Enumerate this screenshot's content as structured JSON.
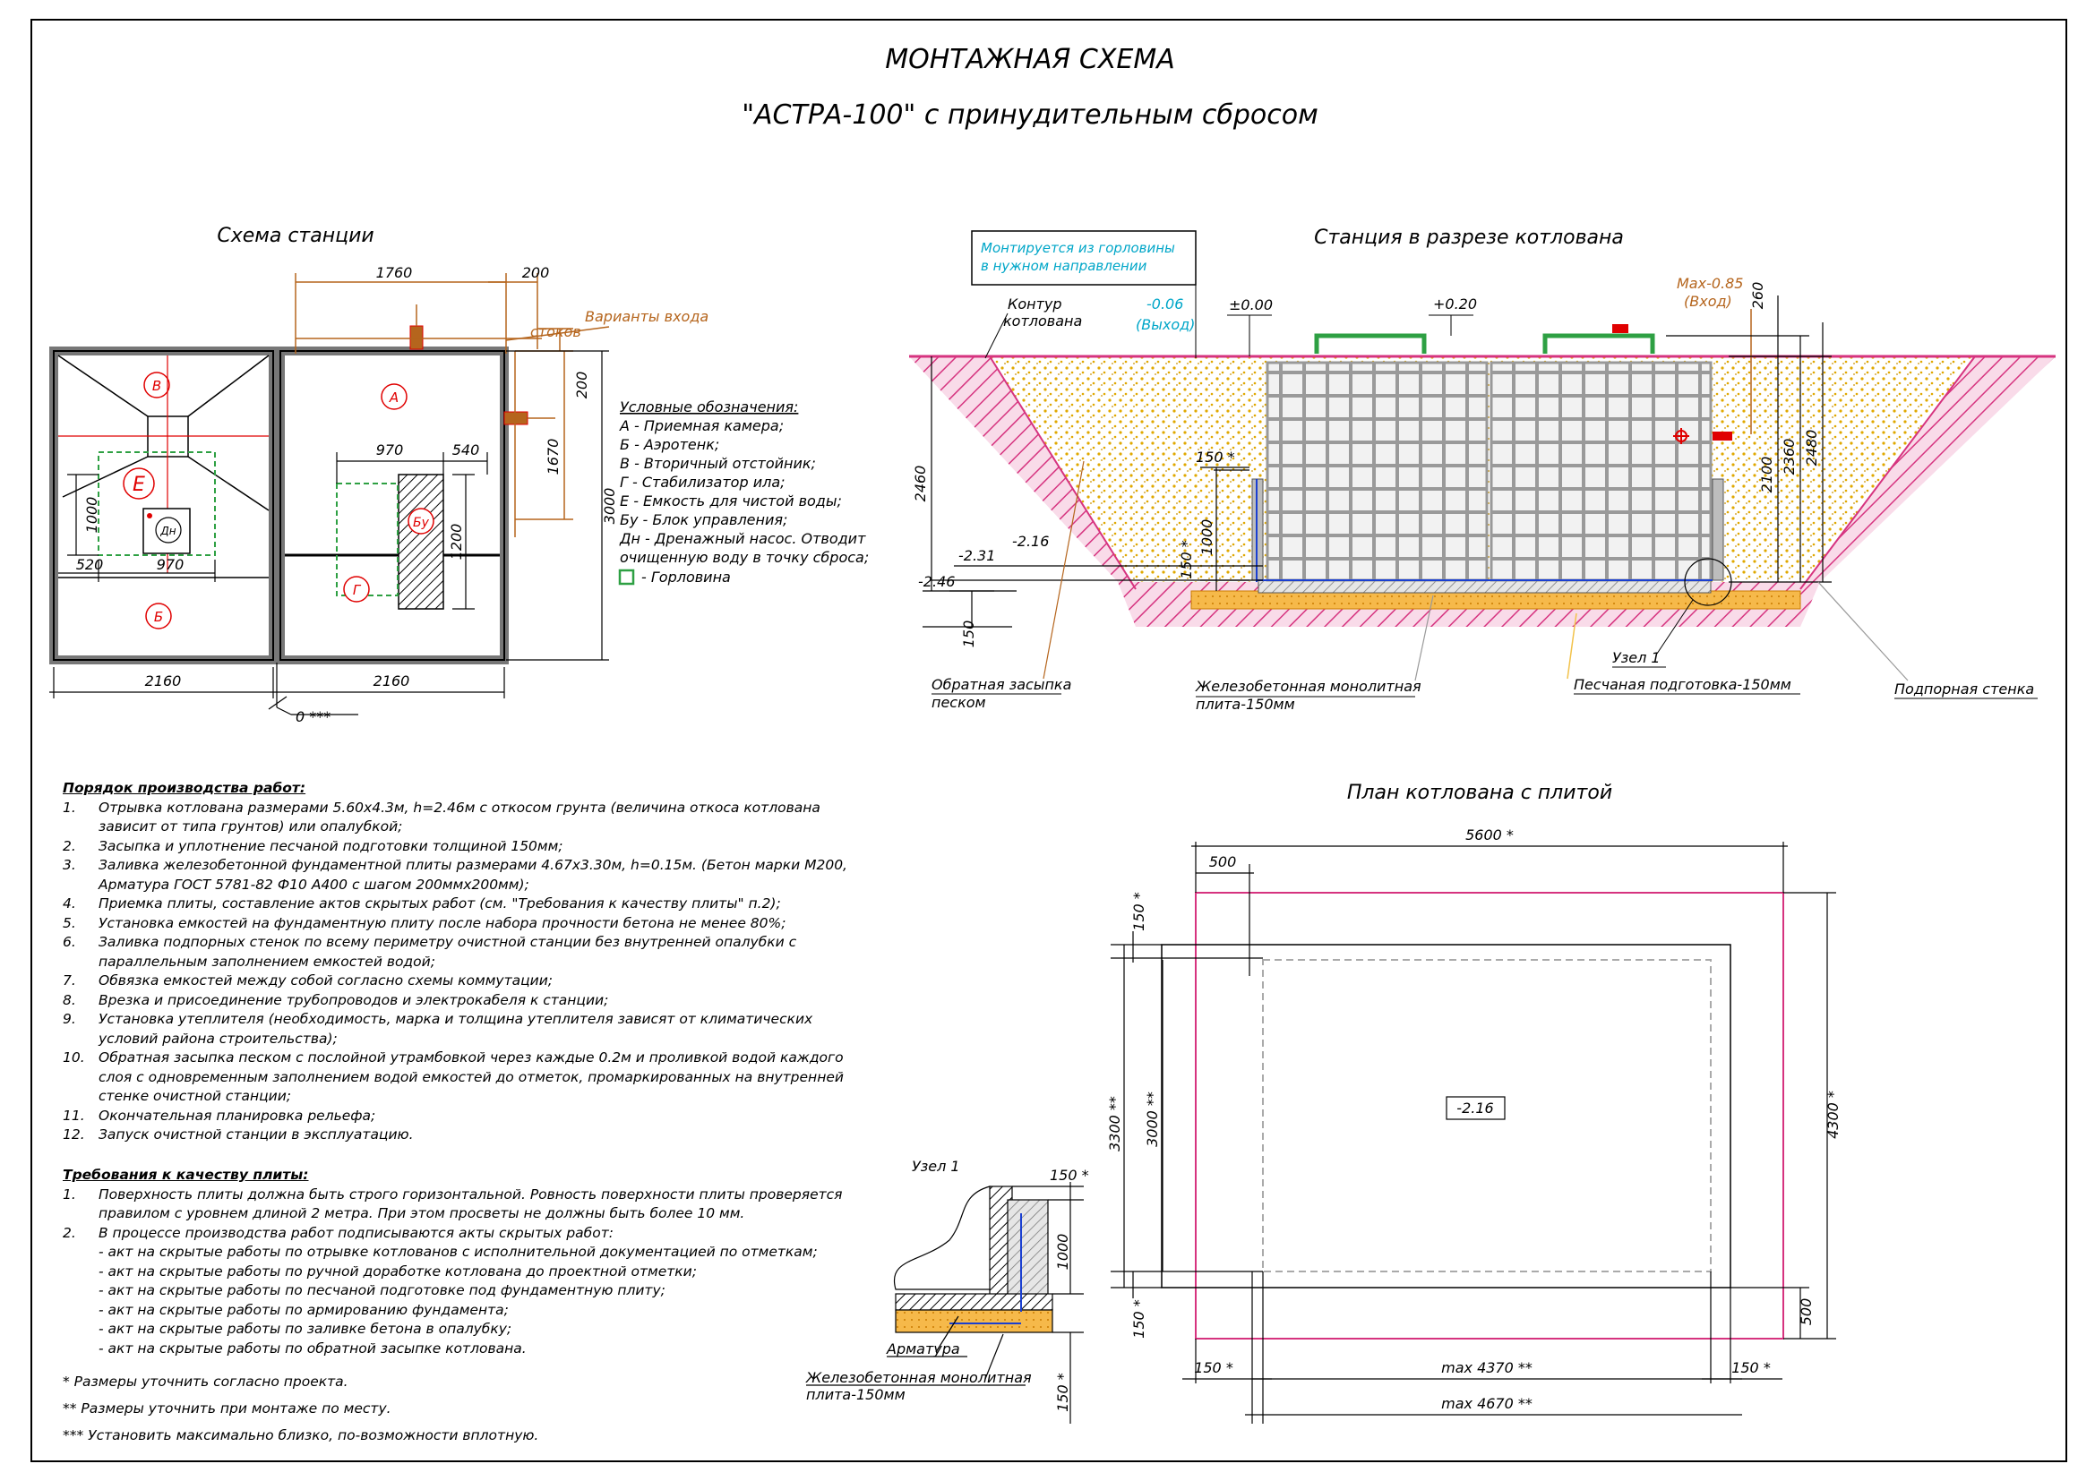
{
  "title": "МОНТАЖНАЯ СХЕМА",
  "subtitle": "\"АСТРА-100\" с принудительным сбросом",
  "station_scheme": {
    "title": "Схема станции",
    "dims": {
      "d1760": "1760",
      "d200a": "200",
      "d200b": "200",
      "d1670": "1670",
      "d3000": "3000",
      "d970a": "970",
      "d540": "540",
      "d1200": "1200",
      "d1000": "1000",
      "d520": "520",
      "d970b": "970",
      "d2160a": "2160",
      "d2160b": "2160",
      "zero": "0 ***"
    },
    "inlet_label_1": "Варианты входа",
    "inlet_label_2": "стоков",
    "chambers": {
      "A": "А",
      "B": "Б",
      "V": "В",
      "G": "Г",
      "E": "Е",
      "Bu": "Бу",
      "Dn": "Дн"
    }
  },
  "legend": {
    "title": "Условные обозначения:",
    "items": [
      "А - Приемная камера;",
      "Б - Аэротенк;",
      "В - Вторичный отстойник;",
      "Г - Стабилизатор ила;",
      "Е - Емкость для чистой воды;",
      "Бу - Блок управления;",
      "Дн - Дренажный насос. Отводит",
      "очищенную воду в точку сброса;",
      "- Горловина"
    ],
    "neck_color": "#2ea043"
  },
  "section": {
    "title": "Станция в разрезе котлована",
    "note_1": "Монтируется из горловины",
    "note_2": "в нужном направлении",
    "contour_1": "Контур",
    "contour_2": "котлована",
    "outlet_1": "-0.06",
    "outlet_2": "(Выход)",
    "zero": "±0.00",
    "plus020": "+0.20",
    "inlet_1": "Max-0.85",
    "inlet_2": "(Вход)",
    "dims": {
      "d260": "260",
      "d2100": "2100",
      "d2360": "2360",
      "d2480": "2480",
      "d2460": "2460",
      "d150a": "150 *",
      "d1000": "1000",
      "d150b": "150 *",
      "m231": "-2.31",
      "m216": "-2.16",
      "m246": "-2.46",
      "d150c": "150"
    },
    "backfill_1": "Обратная засыпка",
    "backfill_2": "песком",
    "slab_1": "Железобетонная монолитная",
    "slab_2": "плита-150мм",
    "node": "Узел 1",
    "sand": "Песчаная подготовка-150мм",
    "wall": "Подпорная стенка"
  },
  "plan": {
    "title": "План котлована с плитой",
    "d5600": "5600 *",
    "d500a": "500",
    "d150a": "150 *",
    "d3300": "3300 **",
    "d3000": "3000 **",
    "level": "-2.16",
    "d4300": "4300 *",
    "d150b": "150 *",
    "d500b": "500",
    "d150c": "150 *",
    "d4370": "max 4370 **",
    "d150d": "150 *",
    "d4670": "max 4670 **"
  },
  "node1": {
    "title": "Узел 1",
    "d150": "150 *",
    "d1000": "1000",
    "d150b": "150 *",
    "armature": "Арматура",
    "slab_1": "Железобетонная монолитная",
    "slab_2": "плита-150мм"
  },
  "works": {
    "title": "Порядок производства работ:",
    "items": [
      {
        "n": "1.",
        "lines": [
          "Отрывка котлована размерами 5.60х4.3м, h=2.46м с откосом грунта (величина откоса котлована",
          "зависит от типа грунтов) или опалубкой;"
        ]
      },
      {
        "n": "2.",
        "lines": [
          "Засыпка и уплотнение песчаной подготовки толщиной 150мм;"
        ]
      },
      {
        "n": "3.",
        "lines": [
          "Заливка железобетонной фундаментной плиты размерами 4.67х3.30м, h=0.15м. (Бетон марки М200,",
          "Арматура ГОСТ 5781-82 Ф10 А400 с шагом 200ммх200мм);"
        ]
      },
      {
        "n": "4.",
        "lines": [
          "Приемка плиты, составление актов скрытых работ (см. \"Требования к качеству плиты\" п.2);"
        ]
      },
      {
        "n": "5.",
        "lines": [
          "Установка емкостей на фундаментную плиту после набора прочности бетона не менее 80%;"
        ]
      },
      {
        "n": "6.",
        "lines": [
          "Заливка подпорных стенок по всему периметру очистной станции без внутренней опалубки с",
          "параллельным заполнением емкостей водой;"
        ]
      },
      {
        "n": "7.",
        "lines": [
          "Обвязка емкостей между собой согласно схемы коммутации;"
        ]
      },
      {
        "n": "8.",
        "lines": [
          "Врезка и присоединение трубопроводов и электрокабеля к станции;"
        ]
      },
      {
        "n": "9.",
        "lines": [
          "Установка утеплителя (необходимость, марка и толщина утеплителя зависят от климатических",
          "условий района строительства);"
        ]
      },
      {
        "n": "10.",
        "lines": [
          "Обратная засыпка песком с послойной утрамбовкой через каждые 0.2м и проливкой водой каждого",
          "слоя с одновременным заполнением водой емкостей до отметок, промаркированных на внутренней",
          "стенке очистной станции;"
        ]
      },
      {
        "n": "11.",
        "lines": [
          "Окончательная планировка рельефа;"
        ]
      },
      {
        "n": "12.",
        "lines": [
          "Запуск очистной станции в эксплуатацию."
        ]
      }
    ]
  },
  "requirements": {
    "title": "Требования к качеству плиты:",
    "items": [
      {
        "n": "1.",
        "lines": [
          "Поверхность плиты должна быть строго горизонтальной. Ровность поверхности плиты проверяется",
          "правилом с уровнем длиной 2 метра. При этом просветы не должны быть более 10 мм."
        ]
      },
      {
        "n": "2.",
        "lines": [
          "В процессе производства работ подписываются акты скрытых работ:",
          "- акт на скрытые работы по отрывке котлованов с исполнительной документацией по отметкам;",
          "- акт на скрытые работы по ручной доработке котлована до проектной отметки;",
          "- акт на скрытые работы по песчаной подготовке под фундаментную плиту;",
          "- акт на скрытые работы по армированию фундамента;",
          "- акт на скрытые работы по заливке бетона в опалубку;",
          "- акт на скрытые работы по обратной засыпке котлована."
        ]
      }
    ]
  },
  "footnotes": [
    "* Размеры уточнить согласно проекта.",
    "** Размеры уточнить при монтаже по месту.",
    "*** Установить максимально близко, по-возможности вплотную."
  ],
  "colors": {
    "dim_line": "#b5651d",
    "pink_soil": "#d6337f",
    "sand": "#f2c24b",
    "cyan_note": "#00a6c8",
    "neck_green": "#2ea043",
    "red": "#e00000"
  }
}
